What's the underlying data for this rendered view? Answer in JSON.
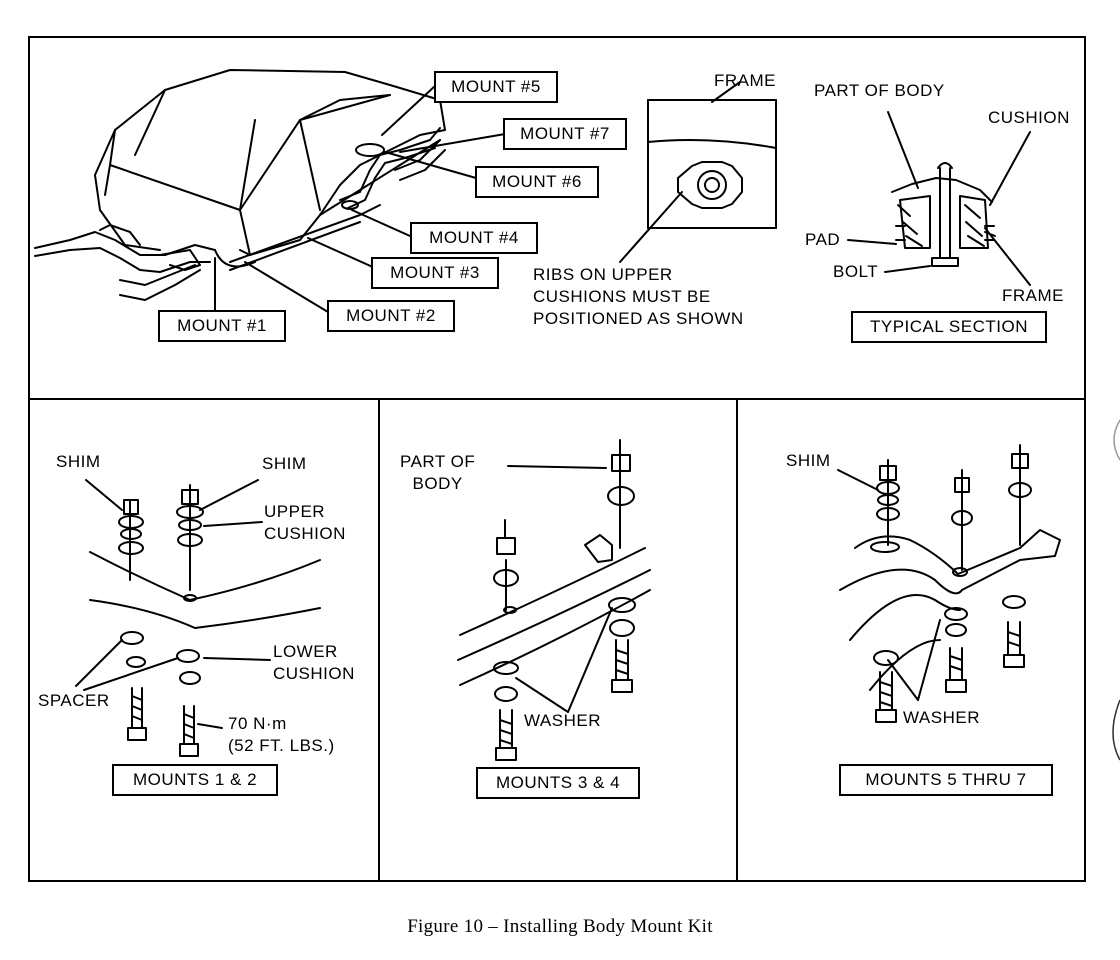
{
  "top_panel": {
    "mounts": {
      "m5": "MOUNT #5",
      "m7": "MOUNT #7",
      "m6": "MOUNT #6",
      "m4": "MOUNT #4",
      "m3": "MOUNT #3",
      "m2": "MOUNT #2",
      "m1": "MOUNT #1"
    },
    "frame_detail": {
      "frame": "FRAME",
      "ribs_note": "RIBS ON UPPER\nCUSHIONS MUST BE\nPOSITIONED AS SHOWN"
    },
    "typical_section": {
      "part_of_body": "PART OF BODY",
      "cushion": "CUSHION",
      "pad": "PAD",
      "bolt": "BOLT",
      "frame": "FRAME",
      "title": "TYPICAL SECTION"
    }
  },
  "panels": {
    "mounts_1_2": {
      "shim_left": "SHIM",
      "shim_right": "SHIM",
      "upper_cushion": "UPPER\nCUSHION",
      "lower_cushion": "LOWER\nCUSHION",
      "spacer": "SPACER",
      "torque": "70 N·m\n(52 FT. LBS.)",
      "title": "MOUNTS 1 & 2"
    },
    "mounts_3_4": {
      "part_of_body": "PART OF\nBODY",
      "washer": "WASHER",
      "title": "MOUNTS 3 & 4"
    },
    "mounts_5_7": {
      "shim": "SHIM",
      "washer": "WASHER",
      "title": "MOUNTS 5 THRU 7"
    }
  },
  "caption": "Figure 10 – Installing Body Mount Kit"
}
